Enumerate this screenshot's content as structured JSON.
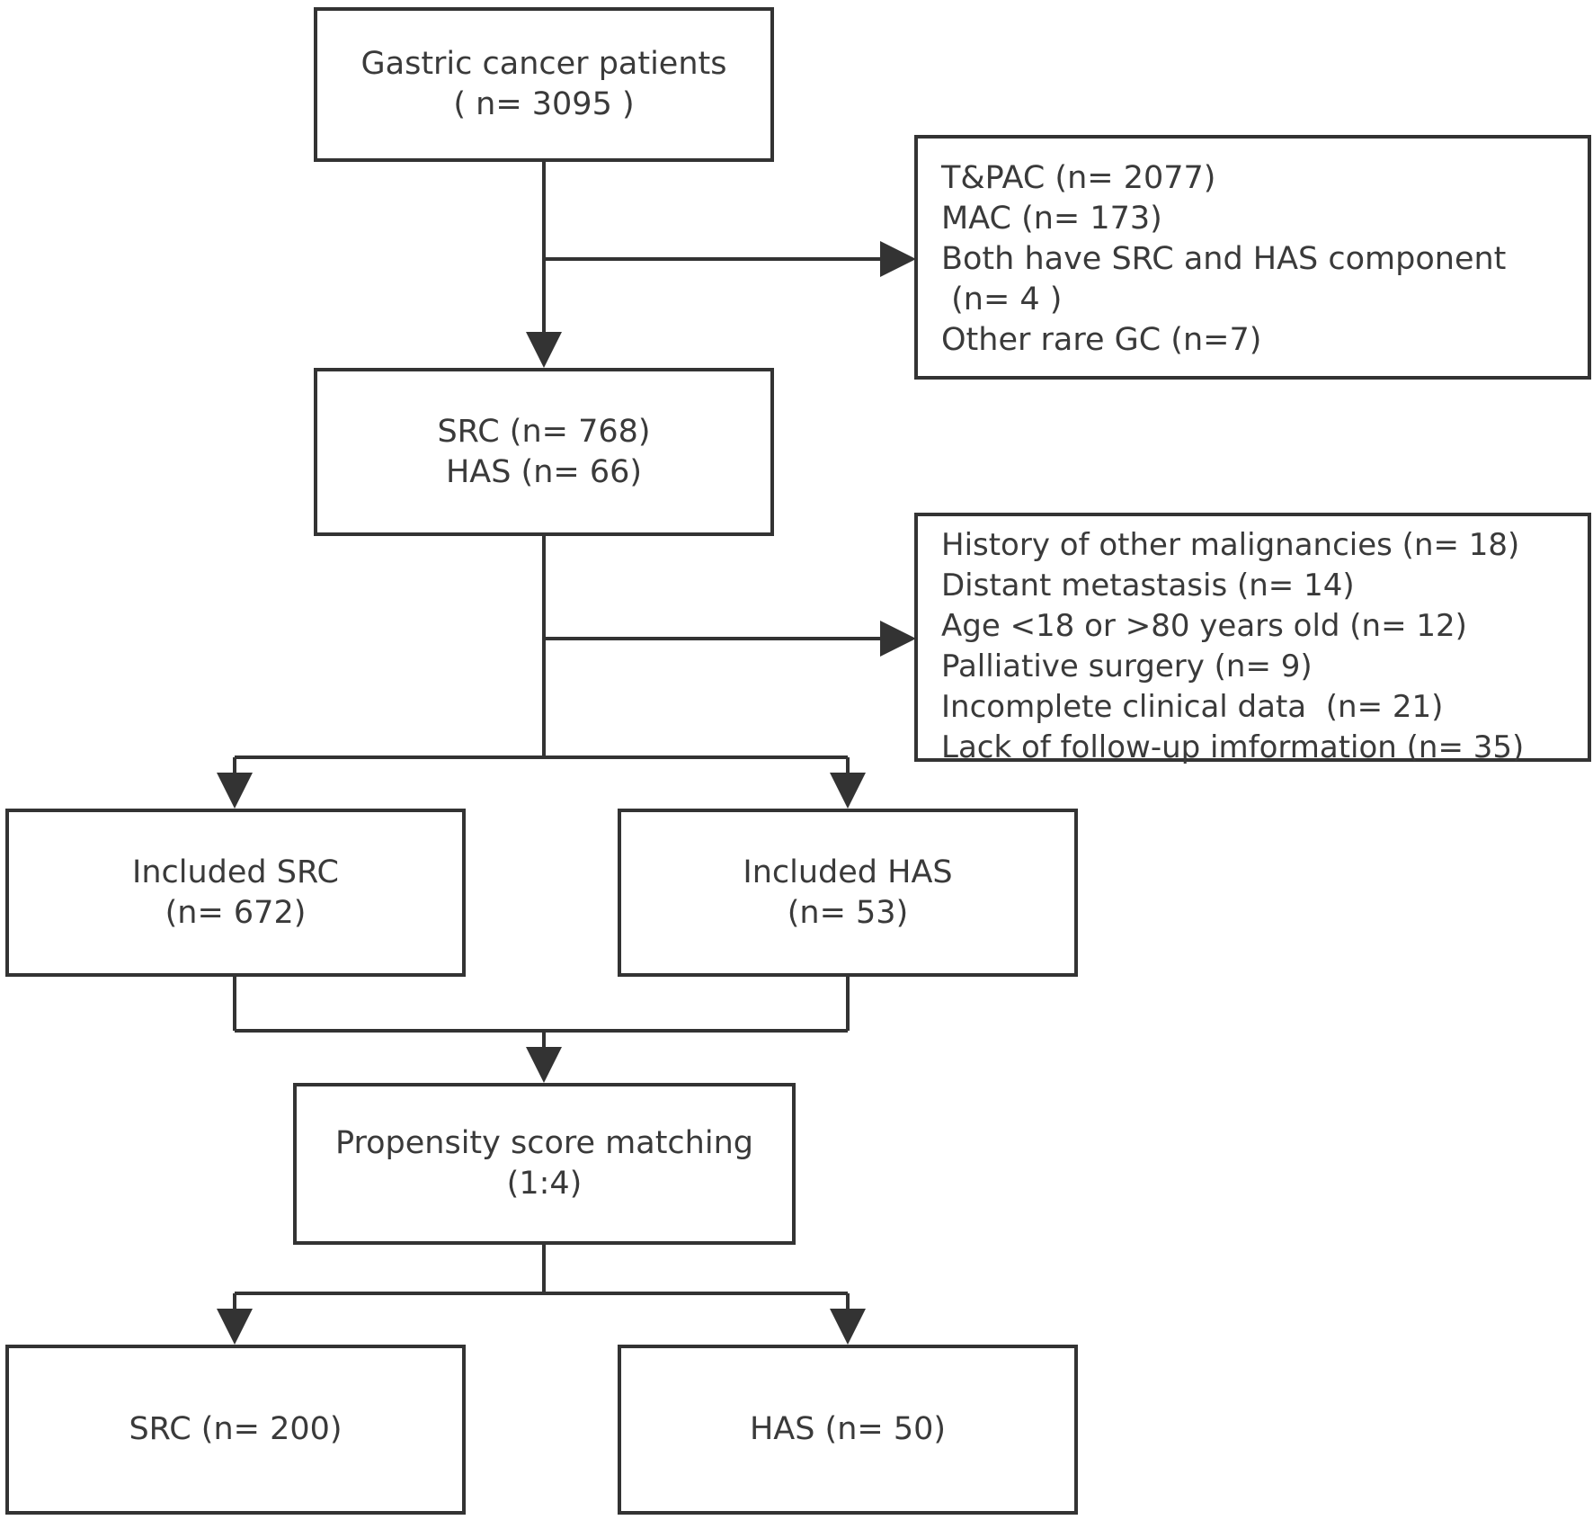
{
  "boxes": {
    "gastric": {
      "line1": "Gastric cancer patients",
      "line2": "( n= 3095 )"
    },
    "excluded1": {
      "lines": [
        "T&PAC (n= 2077)",
        "MAC (n= 173)",
        "Both have SRC and HAS component",
        " (n= 4 )",
        "Other rare GC (n=7)"
      ]
    },
    "src_has": {
      "line1": "SRC (n= 768)",
      "line2": "HAS (n= 66)"
    },
    "excluded2": {
      "lines": [
        "History of other malignancies (n= 18)",
        "Distant metastasis (n= 14)",
        "Age <18 or >80 years old (n= 12)",
        "Palliative surgery (n= 9)",
        "Incomplete clinical data  (n= 21)",
        "Lack of follow-up imformation (n= 35)"
      ]
    },
    "included_src": {
      "line1": "Included SRC",
      "line2": "(n= 672)"
    },
    "included_has": {
      "line1": "Included HAS",
      "line2": "(n= 53)"
    },
    "psm": {
      "line1": "Propensity score matching",
      "line2": "(1:4)"
    },
    "final_src": {
      "line1": "SRC (n= 200)"
    },
    "final_has": {
      "line1": "HAS (n= 50)"
    }
  },
  "colors": {
    "stroke": "#333333",
    "text": "#3a3a3a",
    "background": "#ffffff"
  }
}
